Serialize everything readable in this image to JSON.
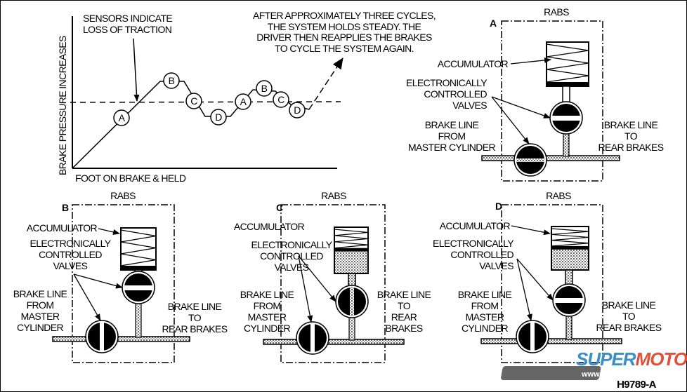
{
  "graph": {
    "y_axis_label": "BRAKE PRESSURE INCREASES",
    "x_axis_label": "FOOT ON BRAKE & HELD",
    "sensor_note": [
      "SENSORS INDICATE",
      "LOSS OF TRACTION"
    ],
    "cycle_note": [
      "AFTER APPROXIMATELY THREE CYCLES,",
      "THE SYSTEM HOLDS STEADY. THE",
      "DRIVER THEN REAPPLIES THE BRAKES",
      "TO CYCLE THE SYSTEM AGAIN."
    ],
    "points": [
      "A",
      "B",
      "C",
      "D",
      "A",
      "B",
      "C",
      "D"
    ]
  },
  "panels": [
    {
      "letter": "A",
      "title": "RABS",
      "accumulator": "ACCUMULATOR",
      "valves": [
        "ELECTRONICALLY",
        "CONTROLLED",
        "VALVES"
      ],
      "from": [
        "BRAKE LINE",
        "FROM",
        "MASTER CYLINDER"
      ],
      "to": [
        "BRAKE LINE",
        "TO",
        "REAR BRAKES"
      ],
      "top_valve": "closed",
      "bottom_valve": "closed",
      "accumulator_filled": false
    },
    {
      "letter": "B",
      "title": "RABS",
      "accumulator": "ACCUMULATOR",
      "valves": [
        "ELECTRONICALLY",
        "CONTROLLED",
        "VALVES"
      ],
      "from": [
        "BRAKE LINE",
        "FROM",
        "MASTER",
        "CYLINDER"
      ],
      "to": [
        "BRAKE LINE",
        "TO",
        "REAR BRAKES"
      ],
      "top_valve": "closed",
      "bottom_valve": "open",
      "accumulator_filled": false
    },
    {
      "letter": "C",
      "title": "RABS",
      "accumulator": "ACCUMULATOR",
      "valves": [
        "ELECTRONICALLY",
        "CONTROLLED",
        "VALVES"
      ],
      "from": [
        "BRAKE LINE",
        "FROM",
        "MASTER",
        "CYLINDER"
      ],
      "to": [
        "BRAKE LINE",
        "TO",
        "REAR",
        "BRAKES"
      ],
      "top_valve": "open",
      "bottom_valve": "open",
      "accumulator_filled": true
    },
    {
      "letter": "D",
      "title": "RABS",
      "accumulator": "ACCUMULATOR",
      "valves": [
        "ELECTRONICALLY",
        "CONTROLLED",
        "VALVES"
      ],
      "from": [
        "BRAKE LINE",
        "FROM",
        "MASTER",
        "CYLINDER"
      ],
      "to": [
        "BRAKE LINE",
        "TO",
        "REAR BRAKES"
      ],
      "top_valve": "closed",
      "bottom_valve": "open",
      "accumulator_filled": true
    }
  ],
  "figure_id": "H9789-A",
  "watermark": {
    "brand": "SUPERMOTORS",
    "url": "www.supermotors.net",
    "colors": {
      "super": "#3a8fc8",
      "motors": "#e0503a",
      "plate": "#666666"
    }
  }
}
